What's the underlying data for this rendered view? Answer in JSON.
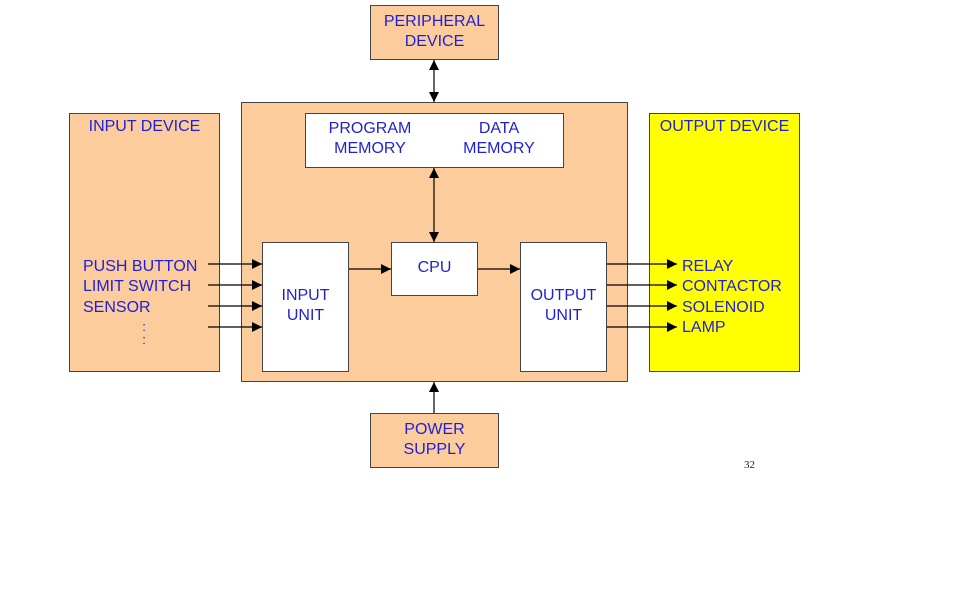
{
  "peripheral": {
    "line1": "PERIPHERAL",
    "line2": "DEVICE"
  },
  "power": {
    "line1": "POWER",
    "line2": "SUPPLY"
  },
  "input_device": {
    "title": "INPUT DEVICE",
    "items": [
      "PUSH BUTTON",
      "LIMIT SWITCH",
      "SENSOR"
    ],
    "dots": ":\n:"
  },
  "output_device": {
    "title": "OUTPUT DEVICE",
    "items": [
      "RELAY",
      "CONTACTOR",
      "SOLENOID",
      "LAMP"
    ]
  },
  "memory": {
    "program_line1": "PROGRAM",
    "program_line2": "MEMORY",
    "data_line1": "DATA",
    "data_line2": "MEMORY"
  },
  "cpu": {
    "label": "CPU"
  },
  "input_unit": {
    "line1": "INPUT",
    "line2": "UNIT"
  },
  "output_unit": {
    "line1": "OUTPUT",
    "line2": "UNIT"
  },
  "page_number": "32",
  "colors": {
    "peach": "#fccc9c",
    "yellow": "#ffff00",
    "text_blue": "#1f1fd6"
  }
}
